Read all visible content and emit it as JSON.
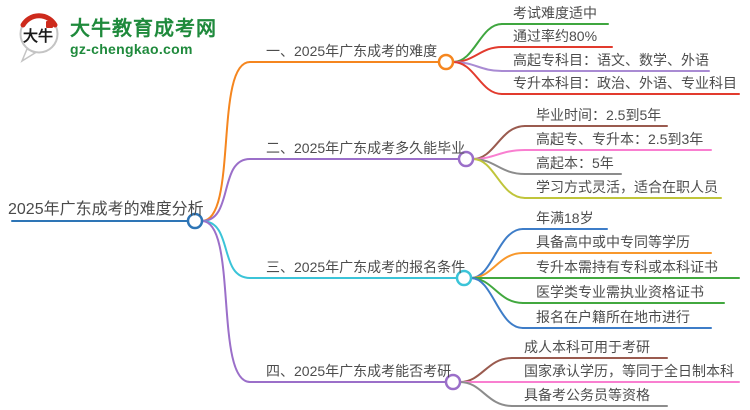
{
  "logo": {
    "mark_text": "大牛",
    "site_name": "大牛教育成考网",
    "site_domain": "gz-chengkao.com",
    "brand_color": "#1f8a3c",
    "mark_red": "#cd2a1c"
  },
  "mindmap": {
    "root": {
      "label": "2025年广东成考的难度分析",
      "color": "#2e75b6"
    },
    "branches": [
      {
        "label": "一、2025年广东成考的难度",
        "color": "#f5861f",
        "children": [
          {
            "label": "考试难度适中",
            "color": "#3fa63f"
          },
          {
            "label": "通过率约80%",
            "color": "#e23b2e"
          },
          {
            "label": "高起专科目：语文、数学、外语",
            "color": "#a98bd3"
          },
          {
            "label": "专升本科目：政治、外语、专业科目",
            "color": "#e23b2e"
          }
        ]
      },
      {
        "label": "二、2025年广东成考多久能毕业",
        "color": "#9b6fc9",
        "children": [
          {
            "label": "毕业时间：2.5到5年",
            "color": "#9a5b4f"
          },
          {
            "label": "高起专、专升本：2.5到3年",
            "color": "#f97fd0"
          },
          {
            "label": "高起本：5年",
            "color": "#8c8c8c"
          },
          {
            "label": "学习方式灵活，适合在职人员",
            "color": "#c0c53b"
          }
        ]
      },
      {
        "label": "三、2025年广东成考的报名条件",
        "color": "#3bc4d8",
        "children": [
          {
            "label": "年满18岁",
            "color": "#3e7dc8"
          },
          {
            "label": "具备高中或中专同等学历",
            "color": "#f8982c"
          },
          {
            "label": "专升本需持有专科或本科证书",
            "color": "#42a83f"
          },
          {
            "label": "医学类专业需执业资格证书",
            "color": "#42a83f"
          },
          {
            "label": "报名在户籍所在地市进行",
            "color": "#3e7dc8"
          }
        ]
      },
      {
        "label": "四、2025年广东成考能否考研",
        "color": "#9b6fc9",
        "children": [
          {
            "label": "成人本科可用于考研",
            "color": "#9a5b4f"
          },
          {
            "label": "国家承认学历，等同于全日制本科",
            "color": "#f97fd0"
          },
          {
            "label": "具备考公务员等资格",
            "color": "#8c8c8c"
          }
        ]
      }
    ]
  }
}
